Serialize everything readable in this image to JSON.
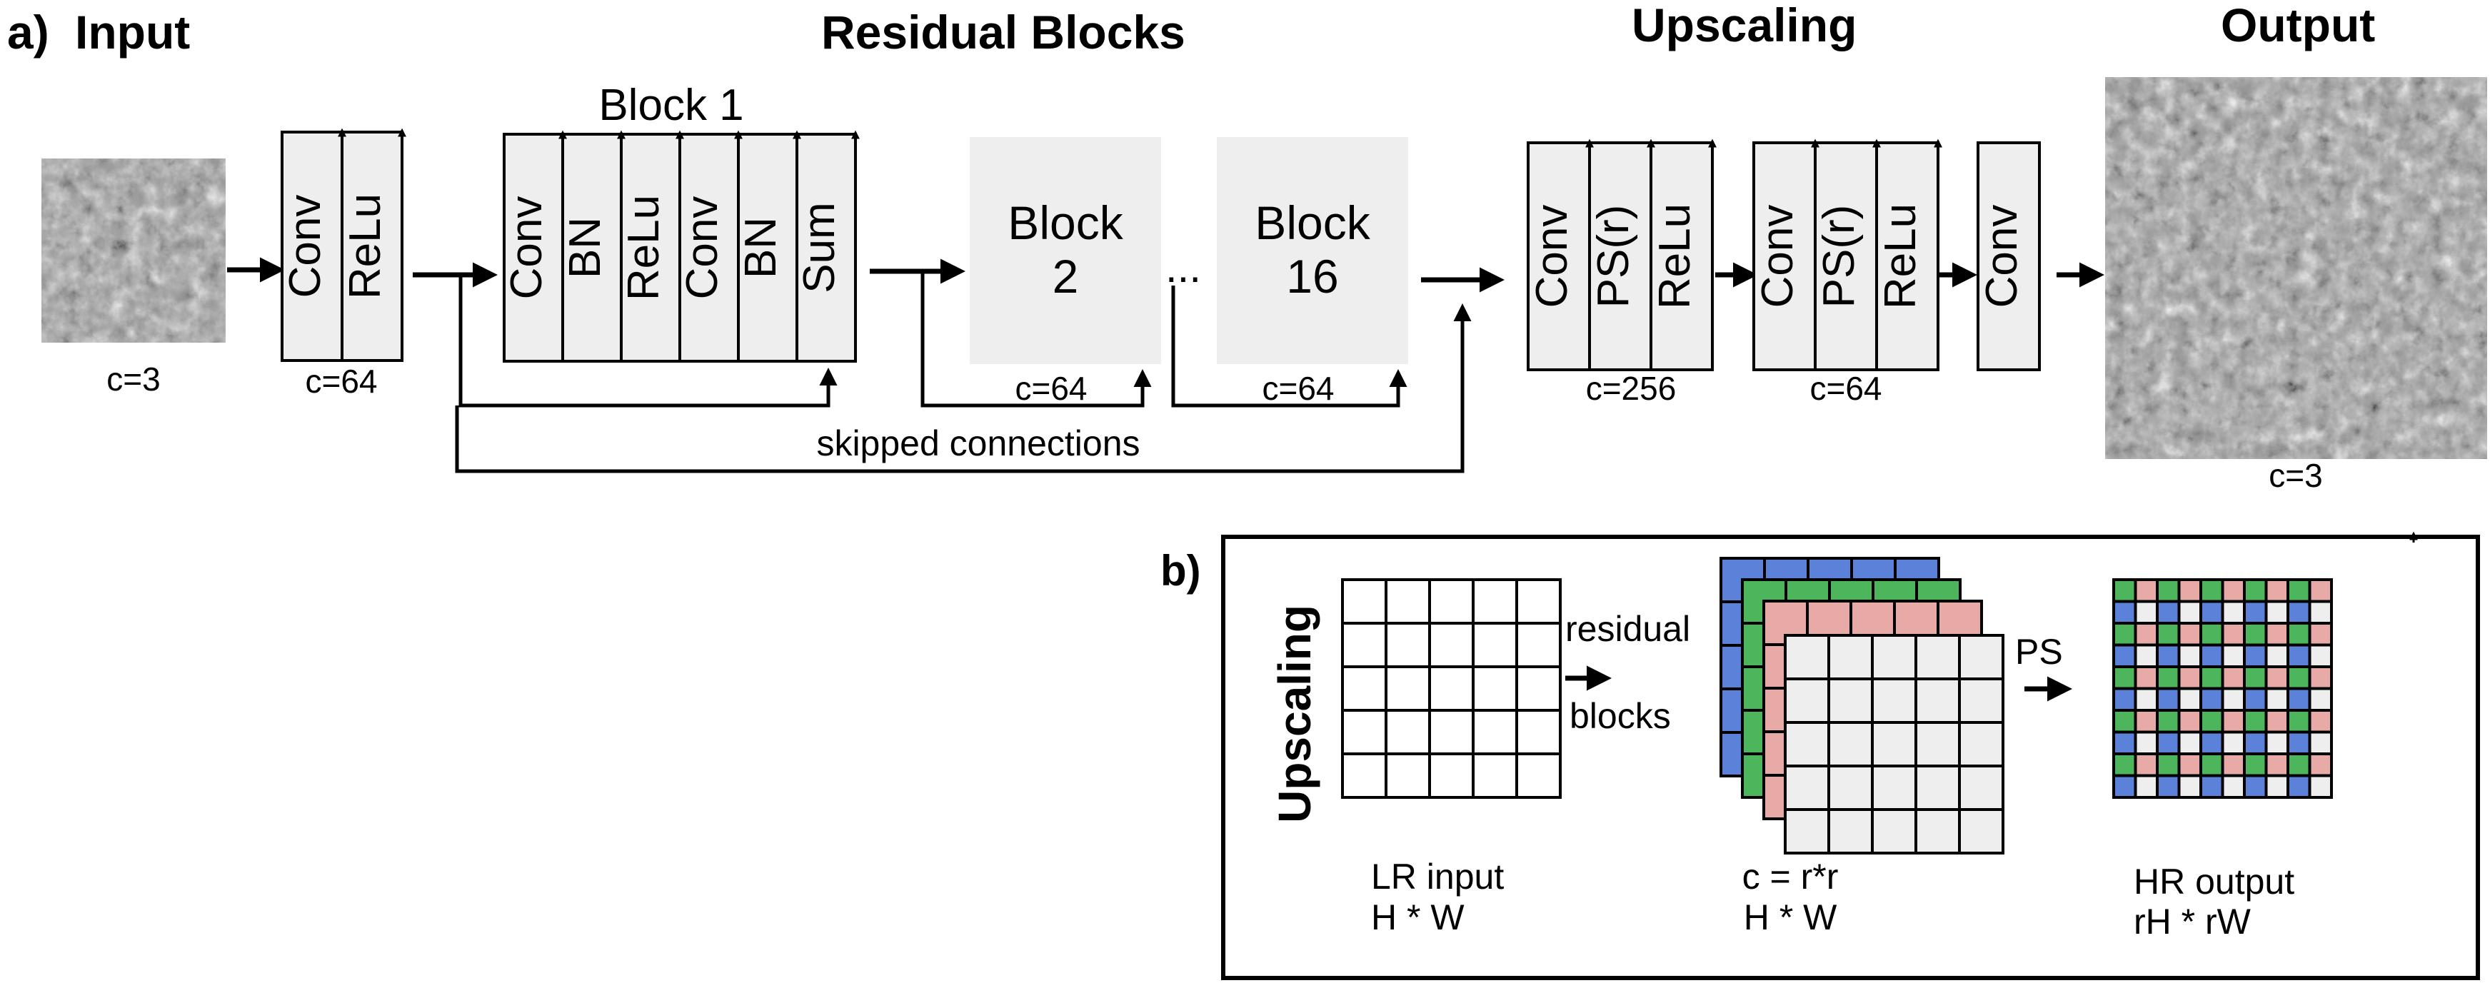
{
  "section_a": {
    "label": "a)",
    "headings": {
      "input": "Input",
      "residual": "Residual Blocks",
      "upscaling": "Upscaling",
      "output": "Output"
    },
    "input_channels": "c=3",
    "output_channels": "c=3",
    "first_layers": [
      "Conv",
      "ReLu"
    ],
    "first_channels": "c=64",
    "block1_title": "Block 1",
    "block1_layers": [
      "Conv",
      "BN",
      "ReLu",
      "Conv",
      "BN",
      "Sum"
    ],
    "block2": {
      "line1": "Block",
      "line2": "2",
      "channels": "c=64"
    },
    "dots": "...",
    "block16": {
      "line1": "Block",
      "line2": "16",
      "channels": "c=64"
    },
    "skipped_label": "skipped connections",
    "up1_layers": [
      "Conv",
      "PS(r)",
      "ReLu"
    ],
    "up1_channels": "c=256",
    "up2_layers": [
      "Conv",
      "PS(r)",
      "ReLu"
    ],
    "up2_channels": "c=64",
    "final_layer": "Conv"
  },
  "section_b": {
    "label": "b)",
    "vertical_title": "Upscaling",
    "arrow1_top": "residual",
    "arrow1_bottom": "blocks",
    "arrow2_label": "PS",
    "lr_label_1": "LR input",
    "lr_label_2": "H * W",
    "stack_label_1": "c = r*r",
    "stack_label_2": "H * W",
    "hr_label_1": "HR output",
    "hr_label_2": "rH * rW",
    "colors": {
      "blue": "#5b82d8",
      "green": "#4db55c",
      "pink": "#e8aaa6",
      "gray": "#eeeeee"
    }
  }
}
